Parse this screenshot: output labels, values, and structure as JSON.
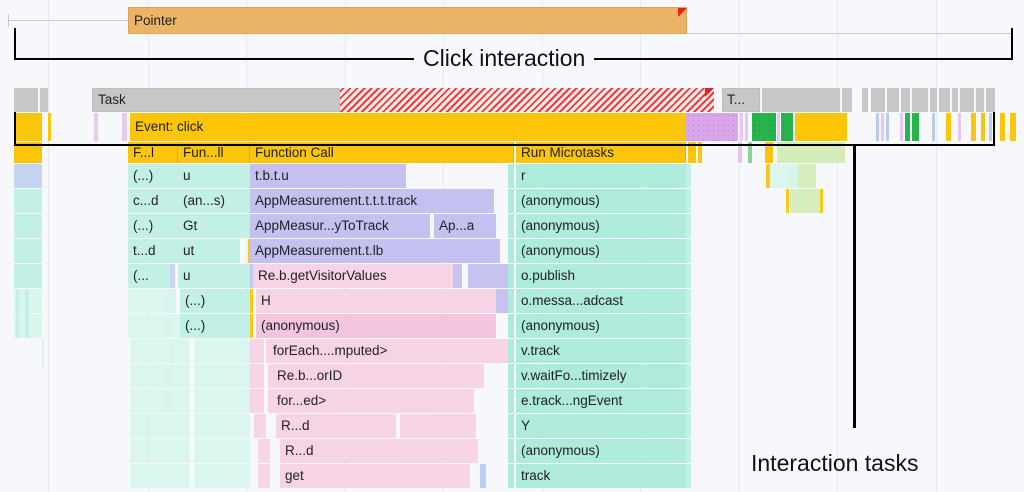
{
  "annotations": {
    "click_interaction": "Click interaction",
    "interaction_tasks": "Interaction tasks"
  },
  "ruler": {
    "pointer_track_label": "Pointer"
  },
  "tasks_row": {
    "main_task_label": "Task",
    "secondary_task_label": "T..."
  },
  "event_row": {
    "label": "Event: click"
  },
  "flame": {
    "colors": {
      "event_yellow": "#fbc50a",
      "task_gray": "#c7c7c7",
      "pointer_orange": "#eab365",
      "long_task_red": "#f23a3a",
      "js_purple": "#b9b6ec",
      "js_pink": "#f3c4de",
      "js_teal": "#aeebdd",
      "gc_green": "#28b44c",
      "paint_violet": "#d9a6ea"
    },
    "columns": {
      "col_a_label": "F...l",
      "col_b_label": "Fun...ll",
      "col_c_label": "Function Call",
      "col_d_label": "Run Microtasks"
    },
    "rows": [
      {
        "a": "(...)",
        "b": "u",
        "c": "t.b.t.u",
        "d": "r"
      },
      {
        "a": "c...d",
        "b": "(an...s)",
        "c": "AppMeasurement.t.t.t.track",
        "d": "(anonymous)"
      },
      {
        "a": "(...)",
        "b": "Gt",
        "c": "AppMeasur...yToTrack",
        "c2": "Ap...a",
        "d": "(anonymous)"
      },
      {
        "a": "t...d",
        "b": "ut",
        "c": "AppMeasurement.t.lb",
        "d": "(anonymous)"
      },
      {
        "a": "(...",
        "b": "u",
        "c": "Re.b.getVisitorValues",
        "d": "o.publish"
      },
      {
        "a": "",
        "b": "(...)",
        "c": "H",
        "d": "o.messa...adcast"
      },
      {
        "a": "",
        "b": "(...)",
        "c": "(anonymous)",
        "d": "(anonymous)"
      },
      {
        "a": "",
        "b": "",
        "c": "forEach....mputed>",
        "d": "v.track"
      },
      {
        "a": "",
        "b": "",
        "c": "Re.b...orID",
        "d": "v.waitFo...timizely"
      },
      {
        "a": "",
        "b": "",
        "c": "for...ed>",
        "d": "e.track...ngEvent"
      },
      {
        "a": "",
        "b": "",
        "c": "R...d",
        "d": "Y"
      },
      {
        "a": "",
        "b": "",
        "c": "R...d",
        "d": "(anonymous)"
      },
      {
        "a": "",
        "b": "",
        "c": "get",
        "d": "track"
      }
    ]
  }
}
